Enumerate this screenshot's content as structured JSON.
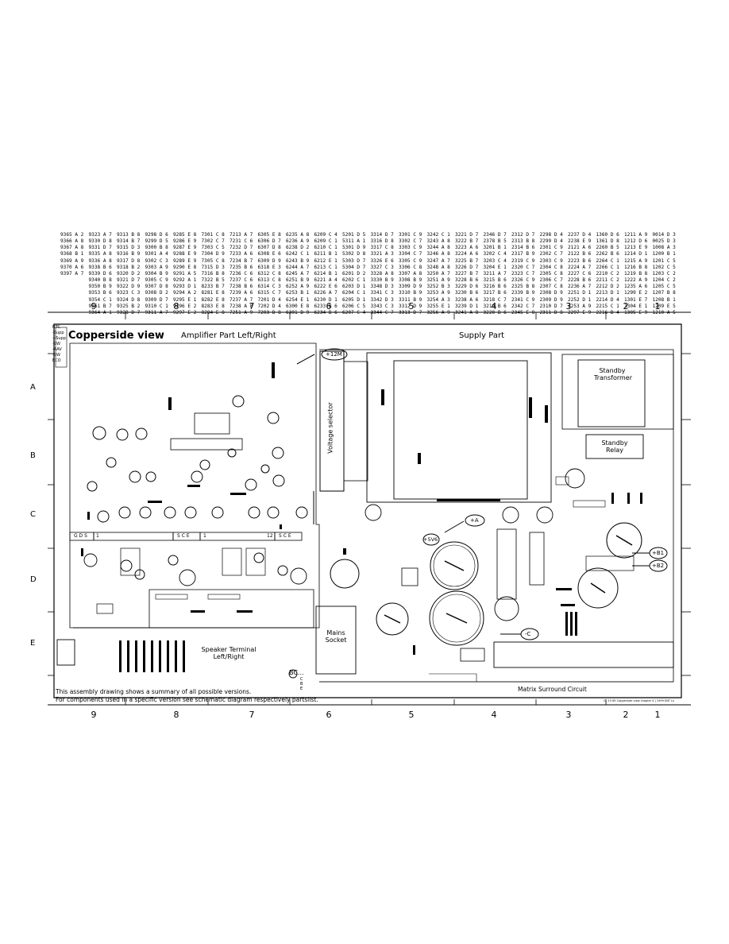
{
  "parts_table": {
    "columns": [
      [
        "9365 A 2",
        "9366 A 8",
        "9367 A 8",
        "9368 B 1",
        "9369 A 9",
        "9370 A 6",
        "9397 A 7"
      ],
      [
        "9323 A 7",
        "9330 D 8",
        "9331 D 7",
        "9335 A 8",
        "9336 A 8",
        "9338 B 6",
        "9339 D 6",
        "9340 B 8",
        "9350 B 9",
        "9353 B 6",
        "9354 C 1",
        "9361 B 7",
        "9364 A 1"
      ],
      [
        "9313 B 8",
        "9314 B 7",
        "9315 D 3",
        "9316 B 9",
        "9317 D 8",
        "9318 B 2",
        "9320 D 2",
        "9321 D 7",
        "9322 D 9",
        "9323 C 3",
        "9324 D 8",
        "9325 B 2",
        "9328 D 7"
      ],
      [
        "9298 D 6",
        "9299 D 5",
        "9300 B 8",
        "9301 A 4",
        "9302 C 3",
        "9303 A 9",
        "9304 B 9",
        "9305 C 9",
        "9307 D 8",
        "9308 D 2",
        "9309 D 7",
        "9310 C 1",
        "9311 A 7"
      ],
      [
        "9285 E 8",
        "9286 E 9",
        "9287 E 9",
        "9288 E 9",
        "9289 E 9",
        "9290 E 8",
        "9291 A 5",
        "9292 A 1",
        "9293 D 1",
        "9294 A 2",
        "9295 E 1",
        "9296 E 2",
        "9297 E 2"
      ],
      [
        "7301 C 8",
        "7302 C 7",
        "7303 C 5",
        "7304 D 9",
        "7305 C 8",
        "7315 D 3",
        "7316 B 8",
        "7322 B 5",
        "8233 B 7",
        "8281 E 8",
        "8282 E 8",
        "8283 E 8",
        "8284 E 8"
      ],
      [
        "7213 A 7",
        "7231 C 6",
        "7232 D 7",
        "7233 A 6",
        "7234 B 7",
        "7235 B 6",
        "7236 C 6",
        "7237 C 6",
        "7238 B 6",
        "7239 A 6",
        "7237 A 7",
        "7238 A 8",
        "7251 A 9"
      ],
      [
        "6305 E 8",
        "6306 D 7",
        "6307 D 8",
        "6308 E 6",
        "6309 D 9",
        "6318 E 3",
        "6312 C 8",
        "6313 C 8",
        "6314 C 3",
        "6315 C 7",
        "7201 D 4",
        "7202 D 4",
        "7203 D 8"
      ],
      [
        "6235 A 8",
        "6236 A 9",
        "6238 D 2",
        "6242 C 1",
        "6243 B 9",
        "6244 A 7",
        "6245 A 7",
        "6251 B 9",
        "6252 A 9",
        "6253 B 1",
        "6254 E 1",
        "6300 E 8",
        "6301 D 9"
      ],
      [
        "6209 C 4",
        "6209 C 1",
        "6210 C 1",
        "6211 B 1",
        "6212 E 1",
        "6213 C 1",
        "6214 B 1",
        "6221 A 4",
        "6222 E 6",
        "6226 A 7",
        "6230 D 1",
        "6233 B 6",
        "6234 B 6"
      ],
      [
        "5201 D 5",
        "5311 A 1",
        "5301 D 9",
        "5302 D 8",
        "5303 D 7",
        "5304 D 7",
        "6201 D 2",
        "6202 C 1",
        "6203 D 1",
        "6204 C 1",
        "6205 D 1",
        "6206 C 5",
        "6207 C 4"
      ],
      [
        "3314 D 7",
        "3316 D 8",
        "3317 C 8",
        "3321 A 3",
        "3326 E 6",
        "3327 C 3",
        "3328 A 8",
        "3330 B 9",
        "3348 D 3",
        "3341 C 3",
        "3342 D 3",
        "3343 C 3",
        "3344 C 7"
      ],
      [
        "3301 C 9",
        "3302 C 7",
        "3303 C 9",
        "3304 C 7",
        "3305 C 9",
        "3306 C 8",
        "3307 A 8",
        "3308 B 9",
        "3309 D 9",
        "3310 B 9",
        "3311 B 9",
        "3312 D 9",
        "3313 D 7"
      ],
      [
        "3242 C 1",
        "3243 A 8",
        "3244 A 8",
        "3246 A 8",
        "3247 A 7",
        "3248 A 8",
        "3250 A 7",
        "3251 A 9",
        "3252 B 3",
        "3253 A 9",
        "3254 A 3",
        "3255 E 1",
        "3256 A 9"
      ],
      [
        "3221 D 7",
        "3222 B 7",
        "3223 A 6",
        "3224 A 6",
        "3225 B 7",
        "3226 D 7",
        "3227 B 7",
        "3228 B 6",
        "3229 D 6",
        "3230 B 6",
        "3238 A 6",
        "3239 D 1",
        "3241 A 8"
      ],
      [
        "2346 D 7",
        "2378 B 5",
        "3201 B 1",
        "3202 C 4",
        "3203 C 4",
        "3204 E 1",
        "3211 A 7",
        "3215 B 6",
        "3216 B 6",
        "3217 B 6",
        "3218 C 7",
        "3219 B 6",
        "3220 B 6"
      ],
      [
        "2312 D 7",
        "2313 B 8",
        "2314 B 6",
        "2317 B 9",
        "2319 C 9",
        "2320 C 7",
        "2323 C 7",
        "2326 C 9",
        "2325 B 8",
        "2339 B 9",
        "2341 C 9",
        "2342 C 7",
        "2345 E 8"
      ],
      [
        "2298 D 4",
        "2299 D 4",
        "2301 C 9",
        "2302 C 7",
        "2303 C 9",
        "2304 C 8",
        "2305 C 8",
        "2306 C 7",
        "2307 C 8",
        "2308 D 9",
        "2309 D 9",
        "2310 D 7",
        "2311 D 8"
      ],
      [
        "2237 D 4",
        "2238 E 9",
        "2121 A 6",
        "2122 B 6",
        "2223 B 6",
        "2224 A 7",
        "2227 C 6",
        "2228 B 6",
        "2236 A 7",
        "2251 D 1",
        "2252 D 1",
        "2253 A 9",
        "2297 E 9"
      ],
      [
        "1360 D 6",
        "1361 D 8",
        "2260 B 5",
        "2262 B 6",
        "2264 C 1",
        "2266 C 1",
        "2210 C 2",
        "2211 C 2",
        "2212 D 2",
        "2213 D 1",
        "2214 D 4",
        "2215 C 1",
        "2216 D 4"
      ],
      [
        "1211 A 9",
        "1212 D 6",
        "1213 E 9",
        "1214 D 1",
        "1215 A 9",
        "1216 B 8",
        "1219 B 8",
        "1222 A 9",
        "1235 A 6",
        "1299 E 2",
        "1301 E 7",
        "1304 E 1",
        "1305 E 9"
      ],
      [
        "0014 D 3",
        "0025 D 3",
        "1008 A 3",
        "1200 B 1",
        "1201 C 5",
        "1202 C 5",
        "1203 C 2",
        "1204 C 2",
        "1205 C 5",
        "1207 B 8",
        "1208 B 1",
        "1209 E 5",
        "1210 A 5"
      ]
    ]
  },
  "column_numbers": [
    "9",
    "8",
    "7",
    "6",
    "5",
    "4",
    "3",
    "2",
    "1"
  ],
  "row_letters": [
    "A",
    "B",
    "C",
    "D",
    "E"
  ],
  "title": "Copperside view",
  "sections": {
    "amplifier": "Amplifier Part Left/Right",
    "supply": "Supply Part",
    "standby_transformer": "Standby Transformer",
    "standby_relay": "Standby Relay",
    "voltage_selector": "Voltage selector",
    "mains_socket": "Mains Socket",
    "speaker_terminal": "Speaker Terminal Left/Right",
    "matrix": "Matrix Surround Circuit",
    "bc": "BC..."
  },
  "left_labels": [
    "NTC",
    "-Supp",
    "+Supp",
    "-SW",
    "-AAV",
    "-SW",
    "ECO"
  ],
  "rail_labels": {
    "p12m": "+12M",
    "p5v6": "+5V6",
    "pA": "+A",
    "nC": "-C",
    "pB1": "+B1",
    "pB2": "+B2"
  },
  "connector_labels": {
    "gds": "G D S",
    "sce1": "S C E",
    "sce2": "S C E",
    "one1": "1",
    "one2": "1",
    "twelve": "12"
  },
  "transistor_pins": [
    "C",
    "B",
    "E"
  ],
  "notes": [
    "This assembly drawing shows a summary of all possible versions.",
    "For components used in a specific version see schematic diagram respectively partslist."
  ],
  "footer_code": "CL 15 65 Copperside view chapter 4 | 1999 ENT Lx"
}
